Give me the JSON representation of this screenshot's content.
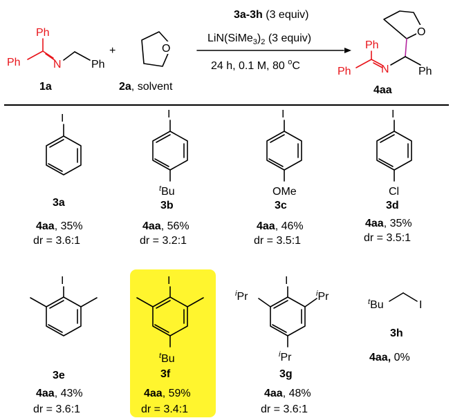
{
  "reaction": {
    "reagent_line1_bold": "3a-3h",
    "reagent_line1_rest": " (3 equiv)",
    "reagent_line2_a": "LiN(SiMe",
    "reagent_line2_sub": "3",
    "reagent_line2_b": ")",
    "reagent_line2_sub2": "2",
    "reagent_line2_c": " (3 equiv)",
    "conditions": "24 h, 0.1 M, 80 ",
    "conditions_sup": "o",
    "conditions_end": "C",
    "plus": "+",
    "sm1_label": "1a",
    "sm2_label_bold": "2a",
    "sm2_label_rest": ", solvent",
    "product_label": "4aa"
  },
  "atoms": {
    "ph": "Ph",
    "n": "N",
    "o": "O",
    "i": "I",
    "cl": "Cl",
    "ome": "OMe",
    "tbu_sup": "t",
    "tbu": "Bu",
    "ipr_sup": "i",
    "ipr": "Pr"
  },
  "entries": [
    {
      "id": "3a",
      "product": "4aa",
      "yield": ", 35%",
      "dr": "dr = 3.6:1",
      "highlight": false
    },
    {
      "id": "3b",
      "product": "4aa",
      "yield": ", 56%",
      "dr": "dr = 3.2:1",
      "highlight": false
    },
    {
      "id": "3c",
      "product": "4aa",
      "yield": ", 46%",
      "dr": "dr = 3.5:1",
      "highlight": false
    },
    {
      "id": "3d",
      "product": "4aa",
      "yield": ", 35%",
      "dr": "dr = 3.5:1",
      "highlight": false
    },
    {
      "id": "3e",
      "product": "4aa",
      "yield": ", 43%",
      "dr": "dr = 3.6:1",
      "highlight": false
    },
    {
      "id": "3f",
      "product": "4aa",
      "yield": ", 59%",
      "dr": "dr = 3.4:1",
      "highlight": true
    },
    {
      "id": "3g",
      "product": "4aa",
      "yield": ", 48%",
      "dr": "dr = 3.6:1",
      "highlight": false
    },
    {
      "id": "3h",
      "product": "4aa,",
      "yield": " 0%",
      "dr": "",
      "highlight": false
    }
  ],
  "colors": {
    "highlight": "#fff52e",
    "imine": "#e8141a",
    "new_bond": "#b3229e"
  }
}
